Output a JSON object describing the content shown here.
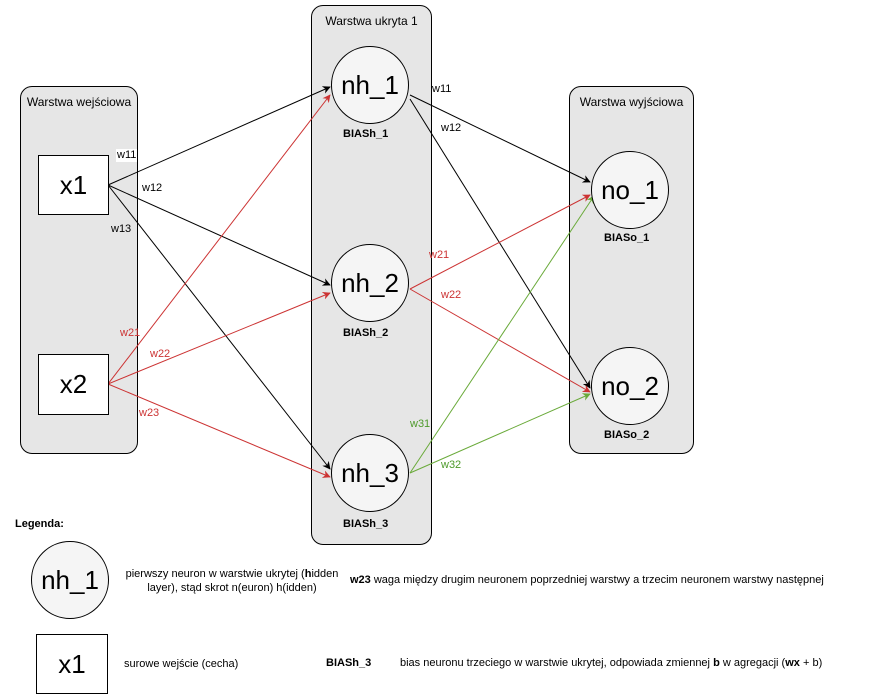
{
  "layers": {
    "input": {
      "title": "Warstwa wejściowa"
    },
    "hidden": {
      "title": "Warstwa ukryta 1"
    },
    "output": {
      "title": "Warstwa wyjściowa"
    }
  },
  "nodes": {
    "x1": "x1",
    "x2": "x2",
    "nh_1": "nh_1",
    "nh_2": "nh_2",
    "nh_3": "nh_3",
    "no_1": "no_1",
    "no_2": "no_2"
  },
  "biases": {
    "nh_1": "BIASh_1",
    "nh_2": "BIASh_2",
    "nh_3": "BIASh_3",
    "no_1": "BIASo_1",
    "no_2": "BIASo_2"
  },
  "edges": [
    {
      "from": "x1",
      "to": "nh_1",
      "label": "w11",
      "color": "#000000"
    },
    {
      "from": "x1",
      "to": "nh_2",
      "label": "w12",
      "color": "#000000"
    },
    {
      "from": "x1",
      "to": "nh_3",
      "label": "w13",
      "color": "#000000"
    },
    {
      "from": "x2",
      "to": "nh_1",
      "label": "w21",
      "color": "#cc3333"
    },
    {
      "from": "x2",
      "to": "nh_2",
      "label": "w22",
      "color": "#cc3333"
    },
    {
      "from": "x2",
      "to": "nh_3",
      "label": "w23",
      "color": "#cc3333"
    },
    {
      "from": "nh_1",
      "to": "no_1",
      "label": "w11",
      "color": "#000000"
    },
    {
      "from": "nh_1",
      "to": "no_2",
      "label": "w12",
      "color": "#000000"
    },
    {
      "from": "nh_2",
      "to": "no_1",
      "label": "w21",
      "color": "#cc3333"
    },
    {
      "from": "nh_2",
      "to": "no_2",
      "label": "w22",
      "color": "#cc3333"
    },
    {
      "from": "nh_3",
      "to": "no_1",
      "label": "w31",
      "color": "#6aaa3a"
    },
    {
      "from": "nh_3",
      "to": "no_2",
      "label": "w32",
      "color": "#6aaa3a"
    }
  ],
  "legend": {
    "title": "Legenda:",
    "neuron_example": "nh_1",
    "neuron_desc_1": "pierwszy neuron w warstwie ukrytej (",
    "neuron_desc_bold": "h",
    "neuron_desc_2": "idden",
    "neuron_desc_3": "layer), stąd skrot n(euron) h(idden)",
    "weight_key": "w23",
    "weight_desc": "waga między drugim neuronem poprzedniej warstwy a trzecim neuronem warstwy następnej",
    "input_example": "x1",
    "input_desc": "surowe wejście (cecha)",
    "bias_key": "BIASh_3",
    "bias_desc_1": "bias  neuronu trzeciego w warstwie ukrytej, odpowiada zmiennej",
    "bias_desc_b": "b",
    "bias_desc_2": "w agregacji (",
    "bias_desc_wx": "wx",
    "bias_desc_3": "+ b)"
  }
}
